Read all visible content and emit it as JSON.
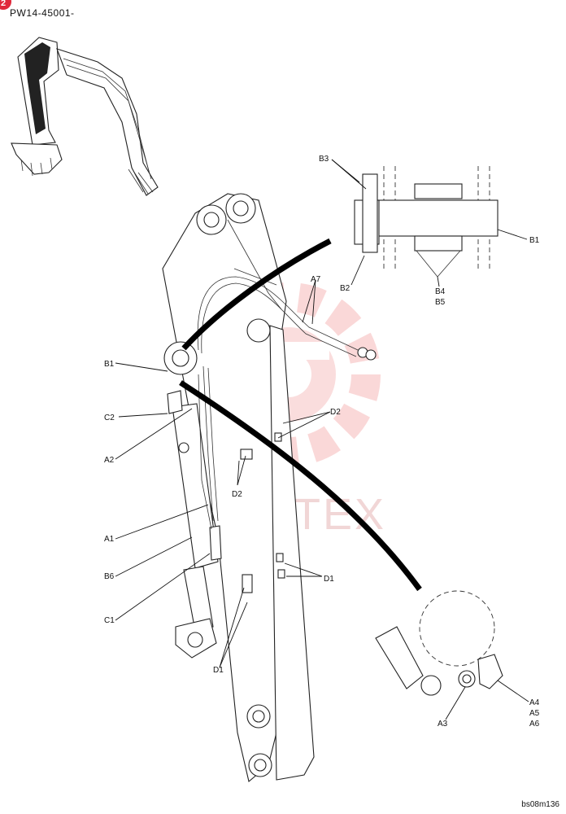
{
  "header": {
    "badge": "2",
    "model_code": "PW14-45001-"
  },
  "footer": {
    "reference_code": "bs08m136"
  },
  "watermark": {
    "text": "VIHTEX",
    "color": "#f2b8b8"
  },
  "callouts": {
    "b3": "B3",
    "b1_detail": "B1",
    "b2": "B2",
    "b4": "B4",
    "b5": "B5",
    "a7": "A7",
    "b1": "B1",
    "c2": "C2",
    "a2": "A2",
    "d2_right": "D2",
    "d2_left": "D2",
    "a1": "A1",
    "b6": "B6",
    "c1": "C1",
    "d1_right": "D1",
    "d1_left": "D1",
    "a4": "A4",
    "a5": "A5",
    "a6": "A6",
    "a3": "A3"
  }
}
